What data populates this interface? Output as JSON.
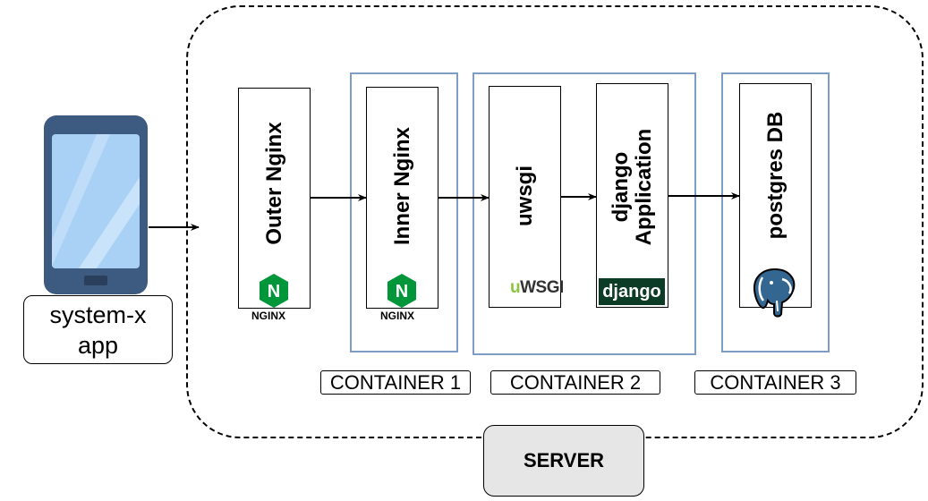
{
  "app": {
    "line1": "system-x",
    "line2": "app"
  },
  "server": {
    "label": "SERVER"
  },
  "containers": [
    {
      "label": "CONTAINER 1"
    },
    {
      "label": "CONTAINER 2"
    },
    {
      "label": "CONTAINER 3"
    }
  ],
  "nodes": {
    "outer_nginx": {
      "label": "Outer Nginx",
      "logo": "NGINX",
      "logo_letter": "N"
    },
    "inner_nginx": {
      "label": "Inner Nginx",
      "logo": "NGINX",
      "logo_letter": "N"
    },
    "uwsgi": {
      "label": "uwsgi",
      "logo_u": "u",
      "logo_rest": "WSGI"
    },
    "django_app": {
      "line1": "django",
      "line2": "Application",
      "logo": "django"
    },
    "postgres": {
      "label": "postgres DB"
    }
  },
  "colors": {
    "container_border": "#7f9cc4",
    "nginx_green": "#009639",
    "django_green": "#0c3c26",
    "postgres_blue": "#336791",
    "phone_body": "#3d5a80",
    "phone_screen": "#a8d1f5"
  },
  "icons": [
    "smartphone-icon",
    "nginx-logo-icon",
    "uwsgi-logo-icon",
    "django-logo-icon",
    "postgres-elephant-icon"
  ]
}
